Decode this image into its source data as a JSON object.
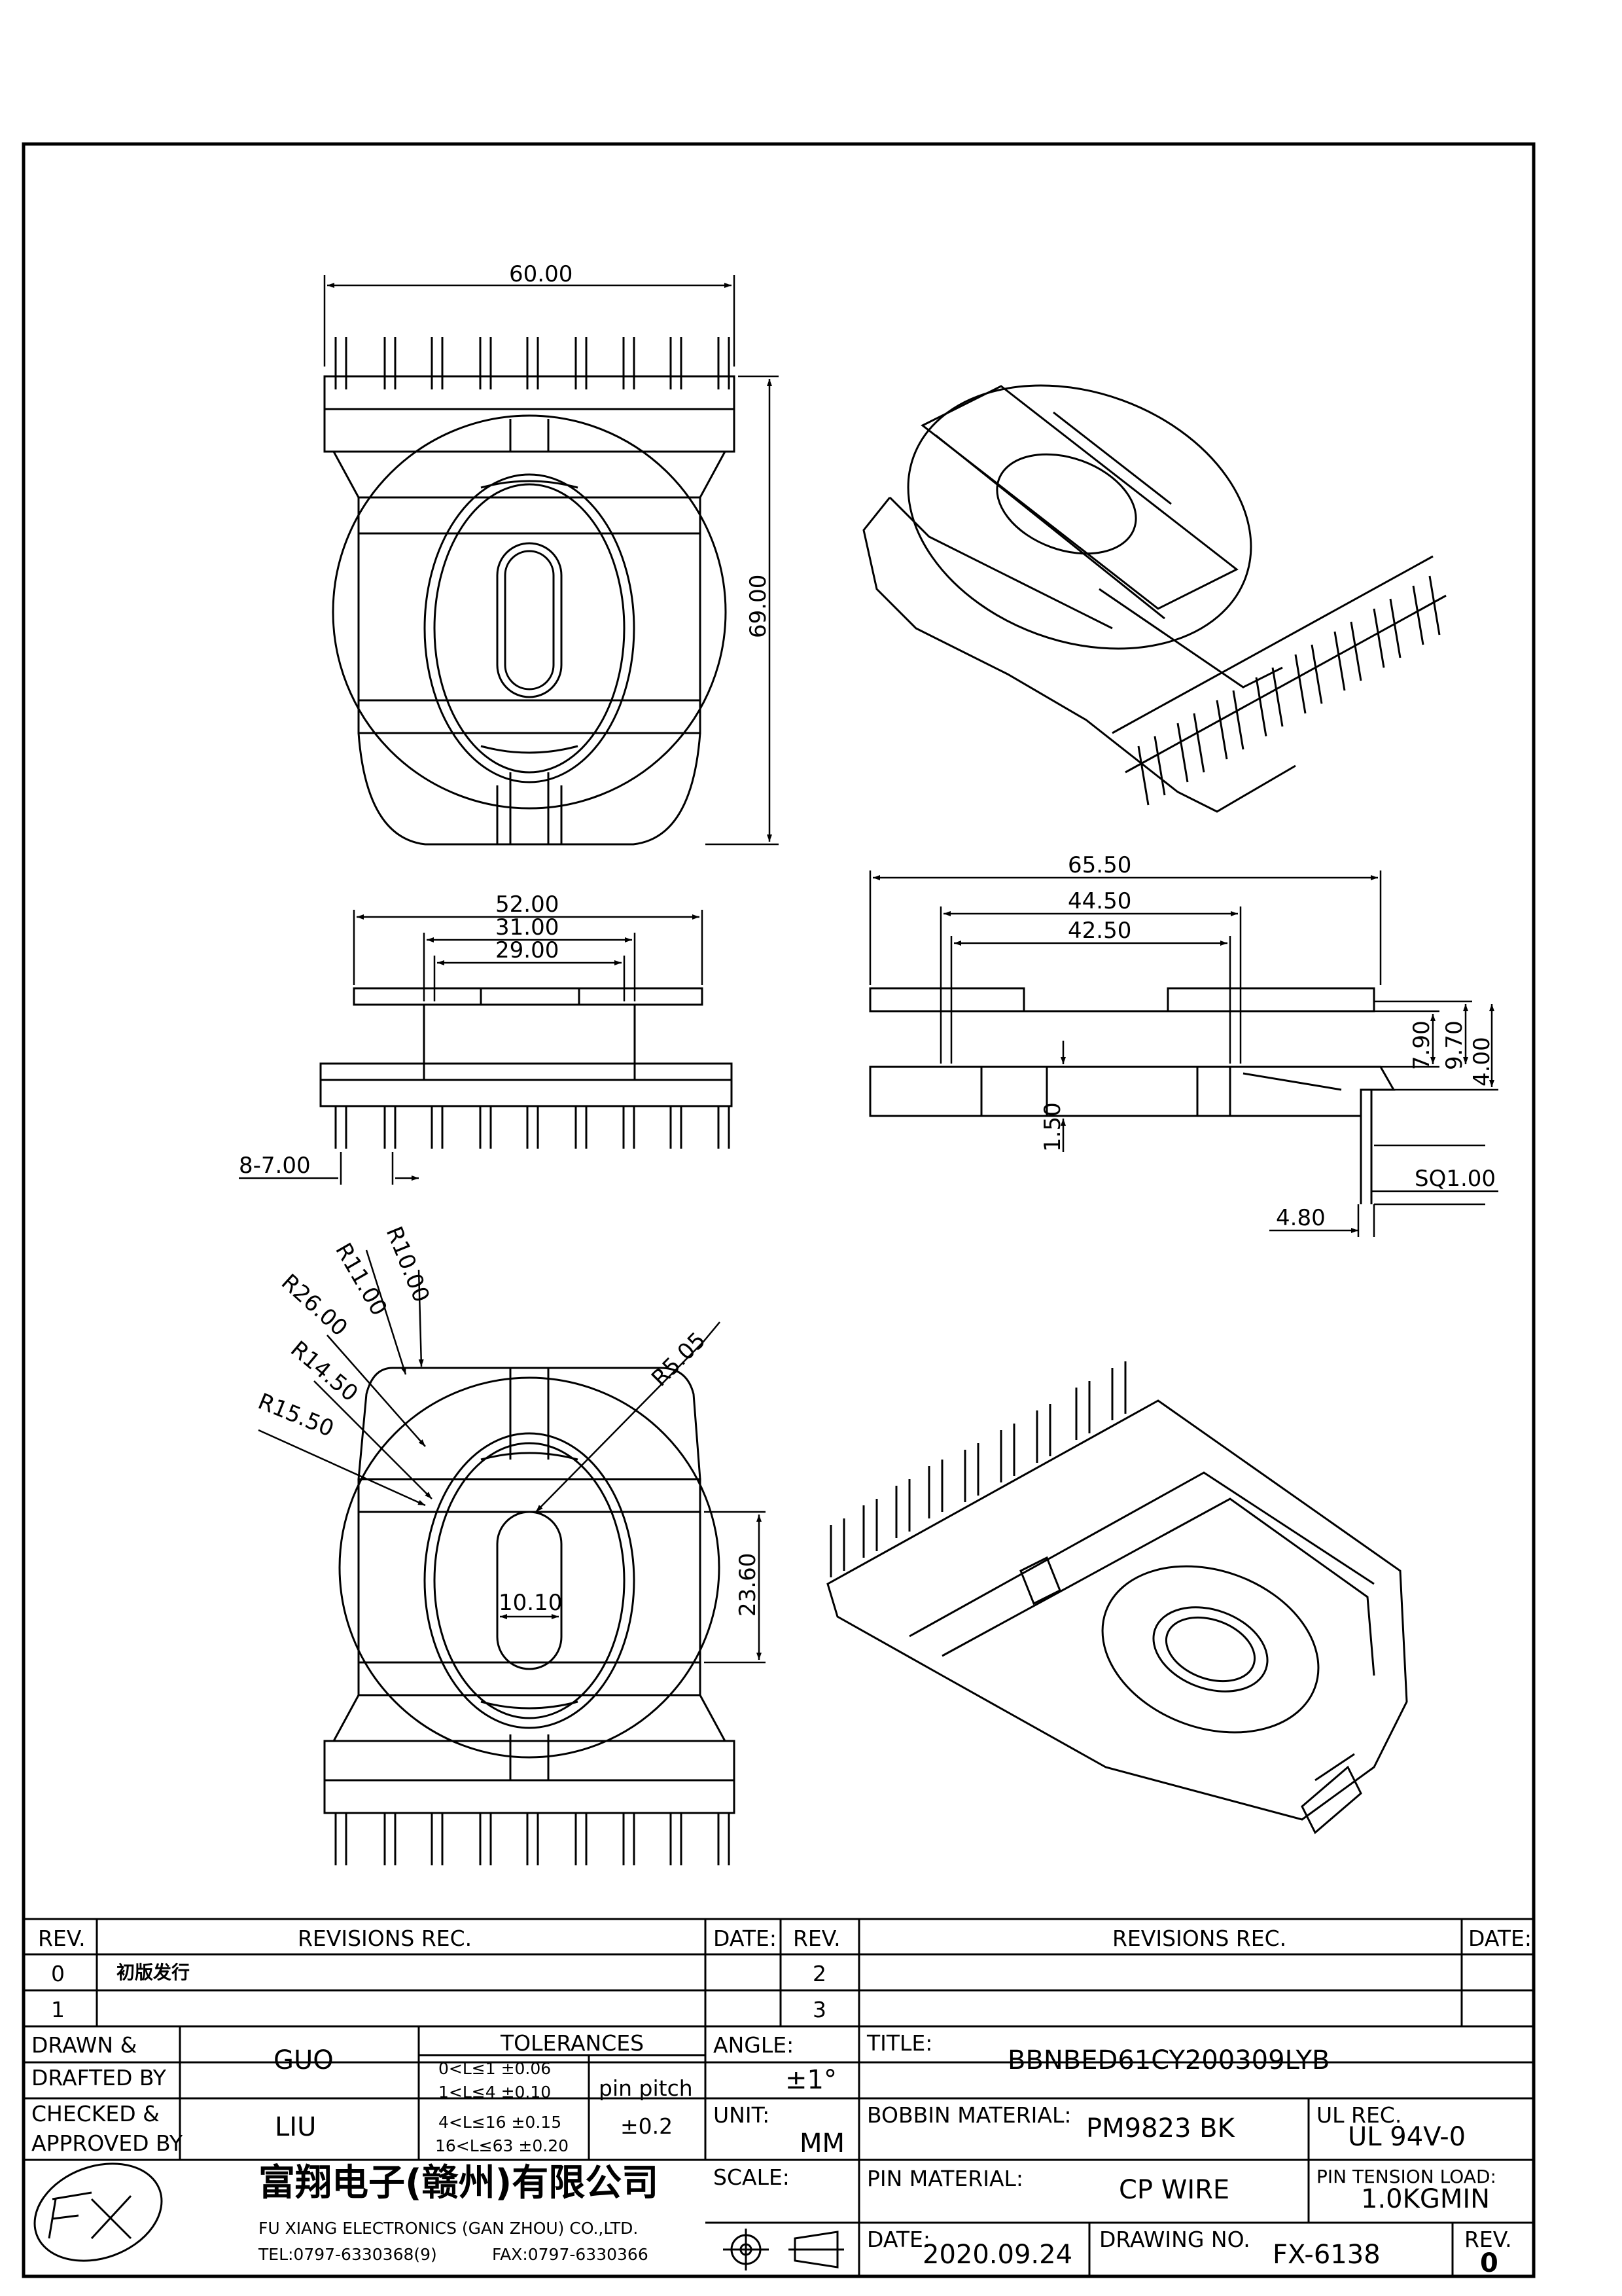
{
  "dimensions": {
    "top_width": "60.00",
    "top_height": "69.00",
    "side_outer": "52.00",
    "side_mid": "31.00",
    "side_inner": "29.00",
    "pin_pitch_total": "8-7.00",
    "front_outer": "65.50",
    "front_mid": "44.50",
    "front_inner": "42.50",
    "h_790": "7.90",
    "h_970": "9.70",
    "h_400": "4.00",
    "h_150": "1.50",
    "pin_sq": "SQ1.00",
    "pin_offset": "4.80",
    "r10": "R10.00",
    "r11": "R11.00",
    "r26": "R26.00",
    "r14": "R14.50",
    "r15": "R15.50",
    "r505": "R5.05",
    "window_h": "23.60",
    "window_w": "10.10"
  },
  "title_block": {
    "rev_header": "REV.",
    "revisions_header": "REVISIONS  REC.",
    "date_header": "DATE:",
    "rev_rows_left": [
      {
        "rev": "0",
        "text": "初版发行"
      },
      {
        "rev": "1",
        "text": ""
      }
    ],
    "rev_rows_right": [
      {
        "rev": "2",
        "text": ""
      },
      {
        "rev": "3",
        "text": ""
      }
    ],
    "drawn_label_1": "DRAWN &",
    "drawn_label_2": "DRAFTED BY",
    "drawn_value": "GUO",
    "checked_label_1": "CHECKED &",
    "checked_label_2": "APPROVED BY",
    "checked_value": "LIU",
    "tolerances_title": "TOLERANCES",
    "tolerances": [
      "0<L≤1   ±0.06",
      "1<L≤4   ±0.10",
      "4<L≤16  ±0.15",
      "16<L≤63 ±0.20"
    ],
    "pin_pitch_label": "pin pitch",
    "pin_pitch_value": "±0.2",
    "angle_label": "ANGLE:",
    "angle_value": "±1°",
    "unit_label": "UNIT:",
    "unit_value": "MM",
    "scale_label": "SCALE:",
    "title_label": "TITLE:",
    "title_value": "BBNBED61CY200309LYB",
    "bobbin_material_label": "BOBBIN MATERIAL:",
    "bobbin_material_value": "PM9823   BK",
    "ul_label": "UL REC.",
    "ul_value": "UL  94V-0",
    "pin_material_label": "PIN MATERIAL:",
    "pin_material_value": "CP  WIRE",
    "pin_tension_label": "PIN  TENSION  LOAD:",
    "pin_tension_value": "1.0KGMIN",
    "date_label": "DATE:",
    "date_value": "2020.09.24",
    "drawing_no_label": "DRAWING NO.",
    "drawing_no_value": "FX-6138",
    "rev_label": "REV.",
    "rev_value": "0",
    "company_cn": "富翔电子(赣州)有限公司",
    "company_en": "FU XIANG ELECTRONICS (GAN ZHOU) CO.,LTD.",
    "tel": "TEL:0797-6330368(9)",
    "fax": "FAX:0797-6330366",
    "logo_text": "FX"
  }
}
